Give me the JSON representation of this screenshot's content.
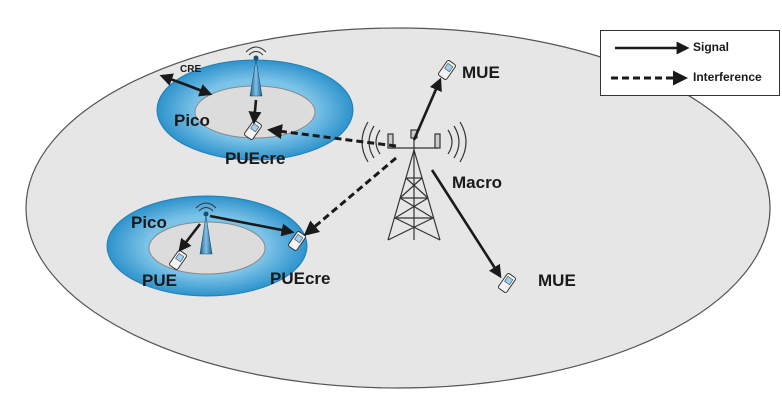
{
  "legend": {
    "signal_label": "Signal",
    "interference_label": "Interference"
  },
  "labels": {
    "cre": "CRE",
    "pico_top": "Pico",
    "puecre_top": "PUEcre",
    "mue_top": "MUE",
    "macro": "Macro",
    "pico_bottom": "Pico",
    "pue_bottom": "PUE",
    "puecre_bottom": "PUEcre",
    "mue_bottom": "MUE"
  },
  "colors": {
    "macro_area": "#e6e6e6",
    "cre_ring": "#3fa3d6",
    "pico_area": "#dcdcdc",
    "arrow": "#1a1a1a"
  }
}
